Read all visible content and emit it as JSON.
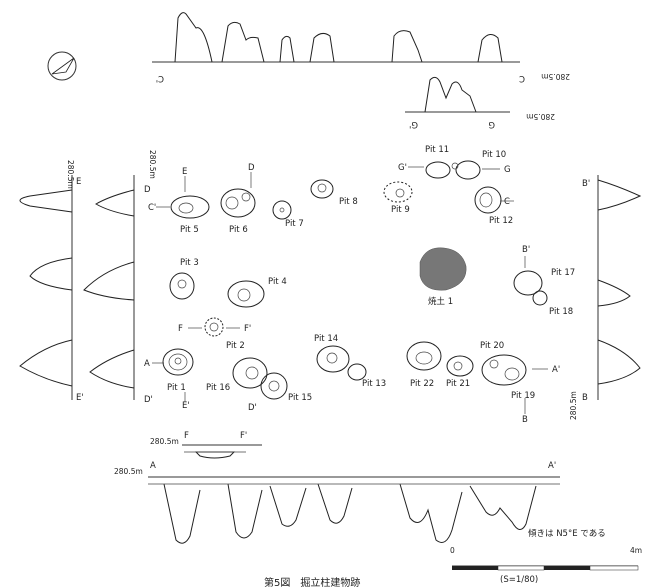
{
  "figure": {
    "caption": "第5図　掘立柱建物跡",
    "orientation_note": "傾きは N5°E である",
    "scale": {
      "label": "(S=1/80)",
      "start": "0",
      "end": "4m"
    },
    "north_arrow_icon": "north-arrow-icon"
  },
  "pits": [
    {
      "id": "pit1",
      "label": "Pit 1"
    },
    {
      "id": "pit2",
      "label": "Pit 2"
    },
    {
      "id": "pit3",
      "label": "Pit 3"
    },
    {
      "id": "pit4",
      "label": "Pit 4"
    },
    {
      "id": "pit5",
      "label": "Pit 5"
    },
    {
      "id": "pit6",
      "label": "Pit 6"
    },
    {
      "id": "pit7",
      "label": "Pit 7"
    },
    {
      "id": "pit8",
      "label": "Pit 8"
    },
    {
      "id": "pit9",
      "label": "Pit 9"
    },
    {
      "id": "pit10",
      "label": "Pit 10"
    },
    {
      "id": "pit11",
      "label": "Pit 11"
    },
    {
      "id": "pit12",
      "label": "Pit 12"
    },
    {
      "id": "pit13",
      "label": "Pit 13"
    },
    {
      "id": "pit14",
      "label": "Pit 14"
    },
    {
      "id": "pit15",
      "label": "Pit 15"
    },
    {
      "id": "pit16",
      "label": "Pit 16"
    },
    {
      "id": "pit17",
      "label": "Pit 17"
    },
    {
      "id": "pit18",
      "label": "Pit 18"
    },
    {
      "id": "pit19",
      "label": "Pit 19"
    },
    {
      "id": "pit20",
      "label": "Pit 20"
    },
    {
      "id": "pit21",
      "label": "Pit 21"
    },
    {
      "id": "pit22",
      "label": "Pit 22"
    }
  ],
  "features": {
    "burnt_soil": "焼土 1"
  },
  "sections": {
    "A": {
      "start": "A",
      "end": "A'",
      "level": "280.5m"
    },
    "B": {
      "start": "B",
      "end": "B'",
      "level": "280.5m"
    },
    "C": {
      "start": "C",
      "end": "C'",
      "level": "280.5m"
    },
    "D": {
      "start": "D",
      "end": "D'"
    },
    "E": {
      "start": "E",
      "end": "E'",
      "level": "280.5m"
    },
    "F": {
      "start": "F",
      "end": "F'",
      "level": "280.5m"
    },
    "G": {
      "start": "G",
      "end": "G'",
      "level": "280.5m"
    }
  }
}
